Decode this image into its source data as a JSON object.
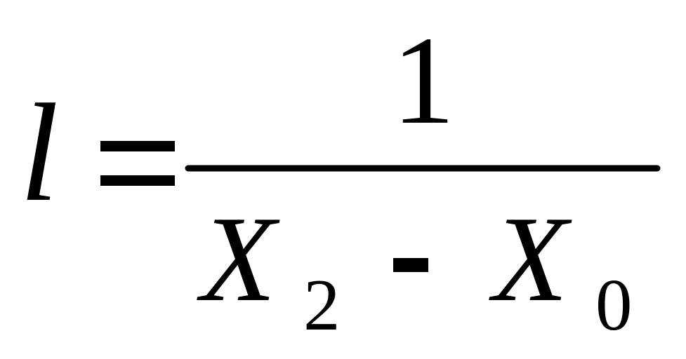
{
  "formula": {
    "lhs": "l",
    "equals": "=",
    "numerator": "1",
    "denominator": {
      "var1": "X",
      "sub1": "2",
      "minus": "-",
      "var2": "X",
      "sub2": "0"
    }
  },
  "colors": {
    "ink": "#000000",
    "background": "#ffffff"
  }
}
